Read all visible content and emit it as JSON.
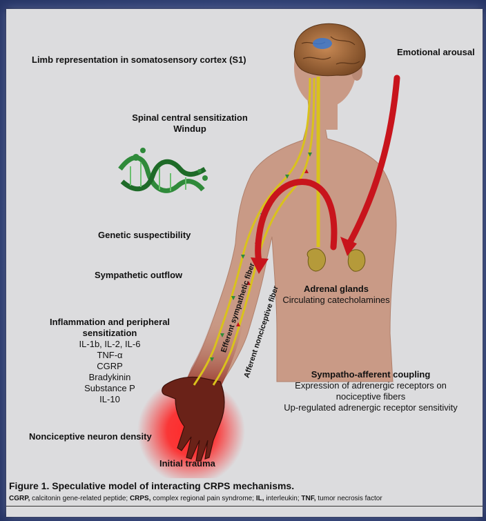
{
  "figure": {
    "labels": {
      "limb_representation": "Limb representation in somatosensory cortex (S1)",
      "emotional_arousal": "Emotional arousal",
      "spinal_sensitization": "Spinal central sensitization",
      "windup": "Windup",
      "genetic": "Genetic suspectibility",
      "sympathetic_outflow": "Sympathetic outflow",
      "inflammation_title_1": "Inflammation and peripheral",
      "inflammation_title_2": "sensitization",
      "mediators": [
        "IL-1b, IL-2, IL-6",
        "TNF-α",
        "CGRP",
        "Bradykinin",
        "Substance P",
        "IL-10"
      ],
      "adrenal_glands": "Adrenal glands",
      "catecholamines": "Circulating catecholamines",
      "coupling_title": "Sympatho-afferent coupling",
      "coupling_lines": [
        "Expression of adrenergic receptors on",
        "nociceptive fibers",
        "Up-regulated adrenergic receptor sensitivity"
      ],
      "neuron_density": "Nonciceptive neuron density",
      "initial_trauma": "Initial trauma",
      "efferent_fiber": "Efferent sympathetic fiber",
      "afferent_fiber": "Afferent nonciceptive fiber"
    },
    "caption": {
      "title": "Figure 1. Speculative model of interacting CRPS mechanisms.",
      "abbreviations": [
        {
          "abbr": "CGRP,",
          "text": " calcitonin gene-related peptide; "
        },
        {
          "abbr": "CRPS,",
          "text": " complex regional pain syndrome; "
        },
        {
          "abbr": "IL,",
          "text": " interleukin; "
        },
        {
          "abbr": "TNF,",
          "text": " tumor necrosis factor"
        }
      ]
    },
    "colors": {
      "skin": "#c99a86",
      "efferent_fiber": "#d9c21c",
      "arrow_red": "#c8141c",
      "dna_green": "#2f8a3a",
      "adrenal": "#b59a3a",
      "trauma_glow": "#ff1e1e"
    }
  }
}
